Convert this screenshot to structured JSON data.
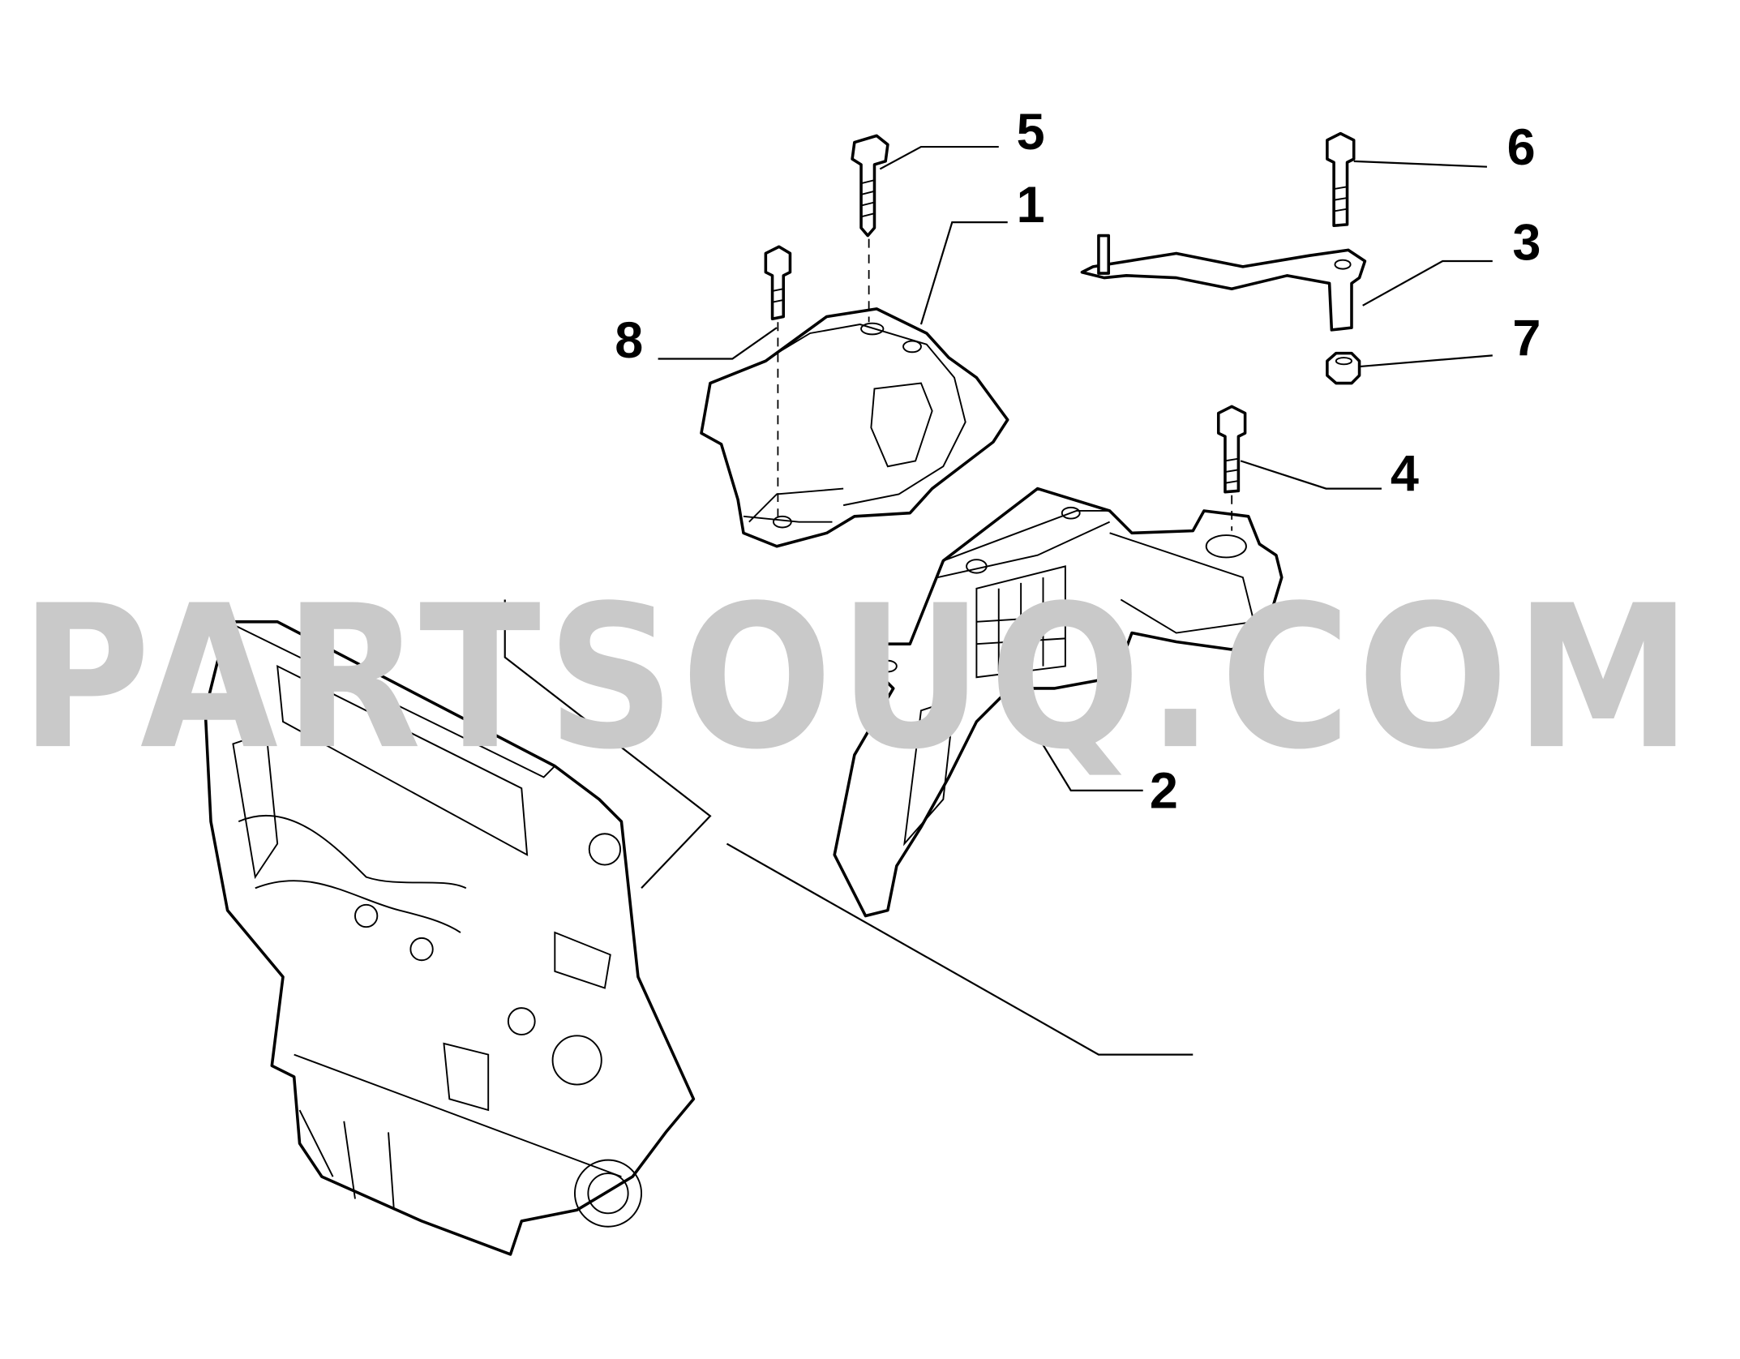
{
  "watermark": "PARTSOUQ.COM",
  "callouts": {
    "c1": "1",
    "c2": "2",
    "c3": "3",
    "c4": "4",
    "c5": "5",
    "c6": "6",
    "c7": "7",
    "c8": "8"
  }
}
